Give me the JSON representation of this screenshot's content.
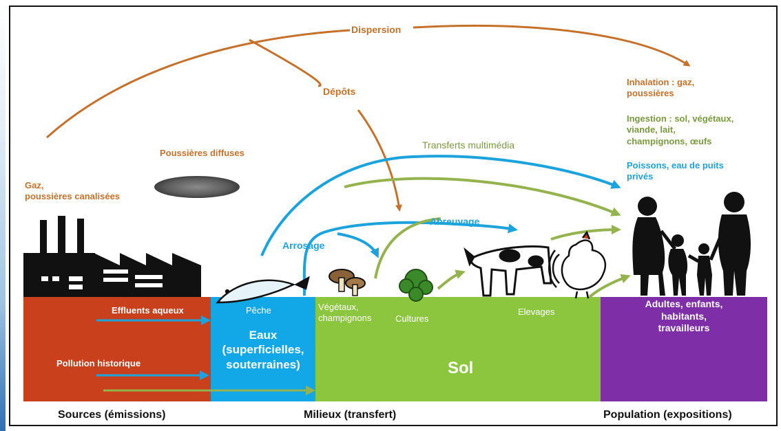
{
  "arrows": {
    "dispersion": "Dispersion",
    "depots": "Dépôts",
    "transferts": "Transferts multimédia",
    "abreuvage": "Abreuvage",
    "arrosage": "Arrosage"
  },
  "sources": {
    "gaz": [
      "Gaz,",
      "poussières canalisées"
    ],
    "poussieres_diffuses": "Poussières diffuses",
    "effluents": "Effluents aqueux",
    "pollution": "Pollution historique"
  },
  "exposure": {
    "inhalation": [
      "Inhalation : gaz,",
      "poussières"
    ],
    "ingestion": [
      "Ingestion : sol, végétaux,",
      "viande, lait,",
      "champignons, œufs"
    ],
    "poissons": [
      "Poissons, eau de puits",
      "privés"
    ]
  },
  "milieux": {
    "peche": "Pêche",
    "eaux": [
      "Eaux",
      "(superficielles,",
      "souterraines)"
    ],
    "vegetaux": [
      "Végétaux,",
      "champignons"
    ],
    "cultures": "Cultures",
    "elevages": "Elevages",
    "sol": "Sol"
  },
  "population_box": [
    "Adultes, enfants,",
    "habitants,",
    "travailleurs"
  ],
  "footer": {
    "sources": "Sources (émissions)",
    "milieux": "Milieux (transfert)",
    "population": "Population (expositions)"
  },
  "colors": {
    "sources_bar": "#c8401c",
    "eaux_bar": "#12a7e6",
    "sol_bar": "#8cc63f",
    "population_bar": "#7e2fa7",
    "orange_arrow": "#c5712b",
    "blue_arrow": "#1ca3dc",
    "green_arrow": "#94b34e"
  }
}
